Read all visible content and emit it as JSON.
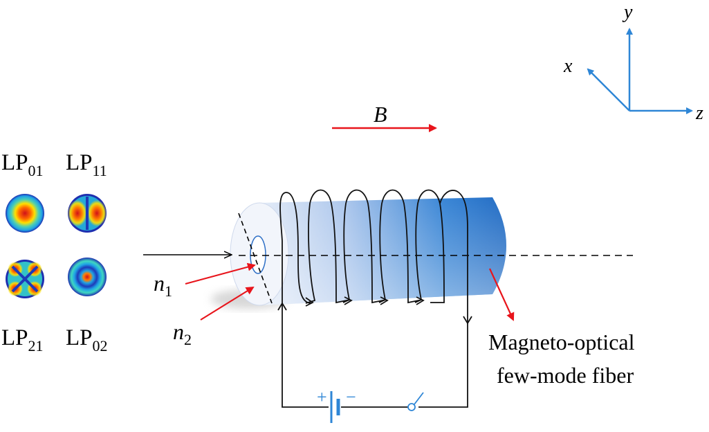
{
  "axes": {
    "x": "x",
    "y": "y",
    "z": "z",
    "color": "#2e86d6"
  },
  "magnetic_field": {
    "symbol": "B",
    "arrow_color": "#e8141b"
  },
  "modes": [
    {
      "base": "LP",
      "sub": "01"
    },
    {
      "base": "LP",
      "sub": "11"
    },
    {
      "base": "LP",
      "sub": "21"
    },
    {
      "base": "LP",
      "sub": "02"
    }
  ],
  "refractive_index": {
    "core": {
      "base": "n",
      "sub": "1"
    },
    "cladding": {
      "base": "n",
      "sub": "2"
    }
  },
  "fiber_label": {
    "line1": "Magneto-optical",
    "line2": "few-mode fiber"
  },
  "battery": {
    "plus": "+",
    "minus": "−",
    "color": "#2e86d6"
  },
  "colors": {
    "fiber_dark": "#1a6fc7",
    "fiber_light": "#dbe6f6",
    "pointer_red": "#e8141b"
  }
}
